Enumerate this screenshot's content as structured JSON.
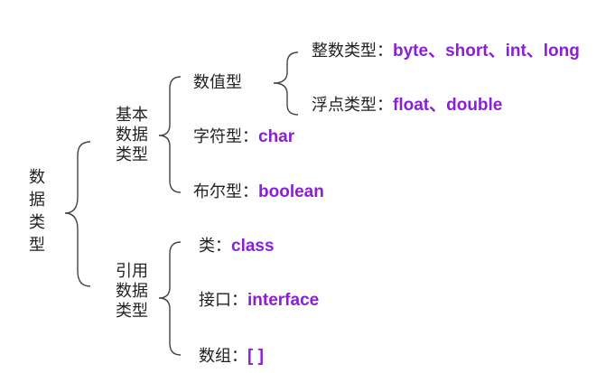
{
  "root": {
    "chars": [
      "数",
      "据",
      "类",
      "型"
    ]
  },
  "basic": {
    "label_lines": [
      "基本",
      "数据",
      "类型"
    ],
    "numeric": {
      "label": "数值型",
      "integer": {
        "label": "整数类型：",
        "values": "byte、short、int、long"
      },
      "float": {
        "label": "浮点类型：",
        "values": "float、double"
      }
    },
    "char": {
      "label": "字符型：",
      "value": "char"
    },
    "bool": {
      "label": "布尔型：",
      "value": "boolean"
    }
  },
  "reference": {
    "label_lines": [
      "引用",
      "数据",
      "类型"
    ],
    "class": {
      "label": "类：",
      "value": "class"
    },
    "interface": {
      "label": "接口：",
      "value": "interface"
    },
    "array": {
      "label": "数组：",
      "value": "[ ]"
    }
  }
}
